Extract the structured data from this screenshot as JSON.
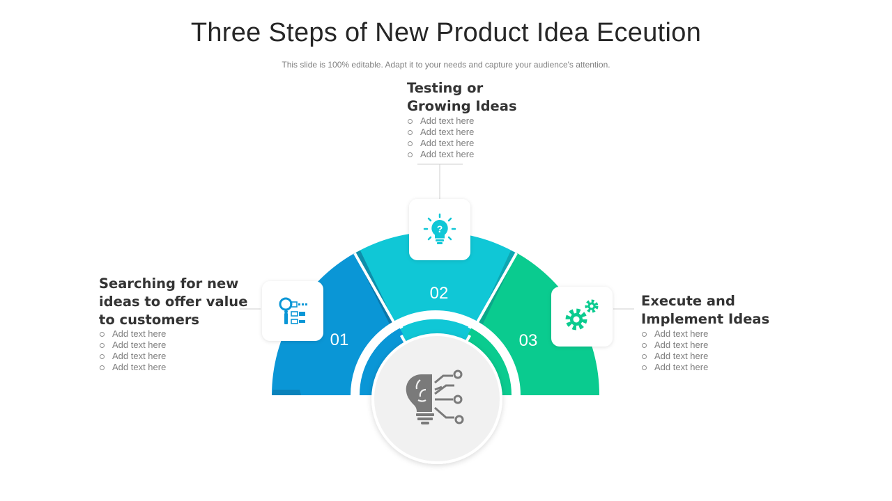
{
  "title": "Three Steps of New Product Idea Eceution",
  "subtitle": "This slide is 100% editable. Adapt it to your needs and capture your audience's attention.",
  "steps": [
    {
      "number": "01",
      "heading": [
        "Searching for new",
        "ideas to offer value",
        "to customers"
      ],
      "bullets": [
        "Add text here",
        "Add text here",
        "Add text here",
        "Add text here"
      ],
      "color": "#0a96d6",
      "icon": "checklist-search-icon"
    },
    {
      "number": "02",
      "heading": [
        "Testing or",
        "Growing Ideas"
      ],
      "bullets": [
        "Add text here",
        "Add text here",
        "Add text here",
        "Add text here"
      ],
      "color": "#10c7d6",
      "icon": "lightbulb-question-icon"
    },
    {
      "number": "03",
      "heading": [
        "Execute and",
        "Implement Ideas"
      ],
      "bullets": [
        "Add text here",
        "Add text here",
        "Add text here",
        "Add text here"
      ],
      "color": "#0acb8f",
      "icon": "gears-icon"
    }
  ],
  "center_icon": "brain-bulb-circuit-icon"
}
